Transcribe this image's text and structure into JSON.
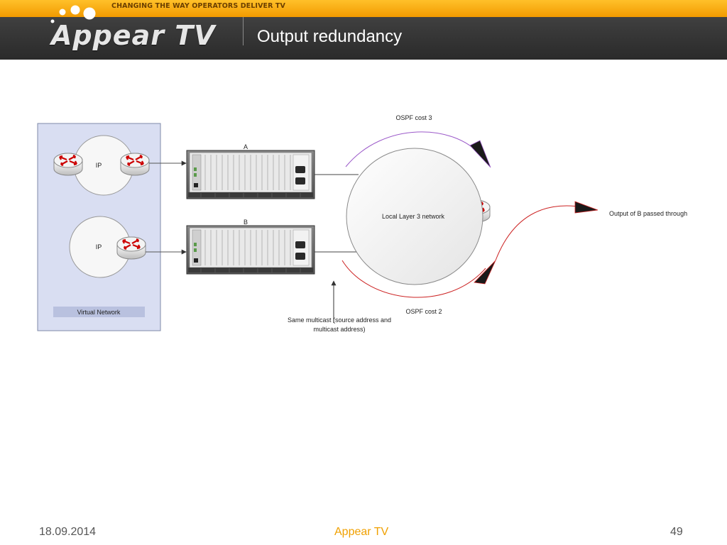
{
  "header": {
    "tagline": "CHANGING THE WAY OPERATORS DELIVER TV",
    "logo_text": "Appear TV",
    "title": "Output redundancy"
  },
  "diagram": {
    "virtual_network_label": "Virtual Network",
    "ip_label_top": "IP",
    "ip_label_bottom": "IP",
    "chassis_a_label": "A",
    "chassis_b_label": "B",
    "network_label": "Local Layer 3 network",
    "ospf_cost_3": "OSPF cost 3",
    "ospf_cost_2": "OSPF cost 2",
    "output_label": "Output of B passed through",
    "multicast_note_line1": "Same multicast (source address and",
    "multicast_note_line2": "multicast address)",
    "colors": {
      "ospf3_arc": "#9b59c9",
      "ospf2_arc": "#cc2222",
      "output_arc": "#cc2222",
      "panel_fill": "#d9def2"
    }
  },
  "footer": {
    "date": "18.09.2014",
    "brand": "Appear TV",
    "page_number": "49",
    "brand_color": "#f0a000"
  }
}
